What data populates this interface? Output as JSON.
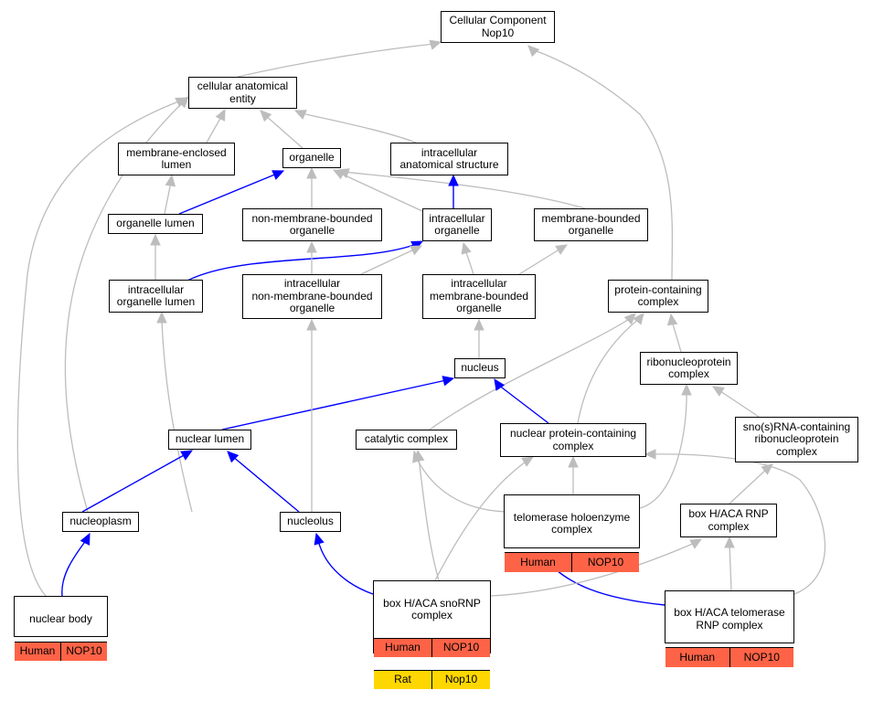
{
  "colors": {
    "is_a_edge": "#bdbdbd",
    "part_of_edge": "#0000ff",
    "human": "#ff6347",
    "rat": "#ffd700"
  },
  "nodes": {
    "cellular_component": "Cellular Component\nNop10",
    "cellular_anatomical_entity": "cellular anatomical\nentity",
    "membrane_enclosed_lumen": "membrane-enclosed\nlumen",
    "organelle": "organelle",
    "intracellular_anatomical_structure": "intracellular\nanatomical structure",
    "organelle_lumen": "organelle lumen",
    "non_membrane_bounded_organelle": "non-membrane-bounded\norganelle",
    "intracellular_organelle": "intracellular\norganelle",
    "membrane_bounded_organelle": "membrane-bounded\norganelle",
    "intracellular_organelle_lumen": "intracellular\norganelle lumen",
    "intracellular_non_membrane_bounded_organelle": "intracellular\nnon-membrane-bounded\norganelle",
    "intracellular_membrane_bounded_organelle": "intracellular\nmembrane-bounded\norganelle",
    "protein_containing_complex": "protein-containing\ncomplex",
    "nucleus": "nucleus",
    "ribonucleoprotein_complex": "ribonucleoprotein\ncomplex",
    "nuclear_lumen": "nuclear lumen",
    "catalytic_complex": "catalytic complex",
    "nuclear_protein_containing_complex": "nuclear protein-containing\ncomplex",
    "snorna_containing_rnp_complex": "sno(s)RNA-containing\nribonucleoprotein\ncomplex",
    "nucleoplasm": "nucleoplasm",
    "nucleolus": "nucleolus",
    "telomerase_holoenzyme_complex": "telomerase holoenzyme\ncomplex",
    "box_haca_rnp_complex": "box H/ACA RNP\ncomplex",
    "nuclear_body": "nuclear body",
    "box_haca_snorna_complex": "box H/ACA snoRNP\ncomplex",
    "box_haca_telomerase_rnp_complex": "box H/ACA telomerase\nRNP complex"
  },
  "annotations": {
    "telomerase_holoenzyme_complex": [
      {
        "species": "Human",
        "gene": "NOP10"
      }
    ],
    "nuclear_body": [
      {
        "species": "Human",
        "gene": "NOP10"
      }
    ],
    "box_haca_snorna_complex": [
      {
        "species": "Human",
        "gene": "NOP10"
      },
      {
        "species": "Rat",
        "gene": "Nop10"
      }
    ],
    "box_haca_telomerase_rnp_complex": [
      {
        "species": "Human",
        "gene": "NOP10"
      }
    ]
  }
}
